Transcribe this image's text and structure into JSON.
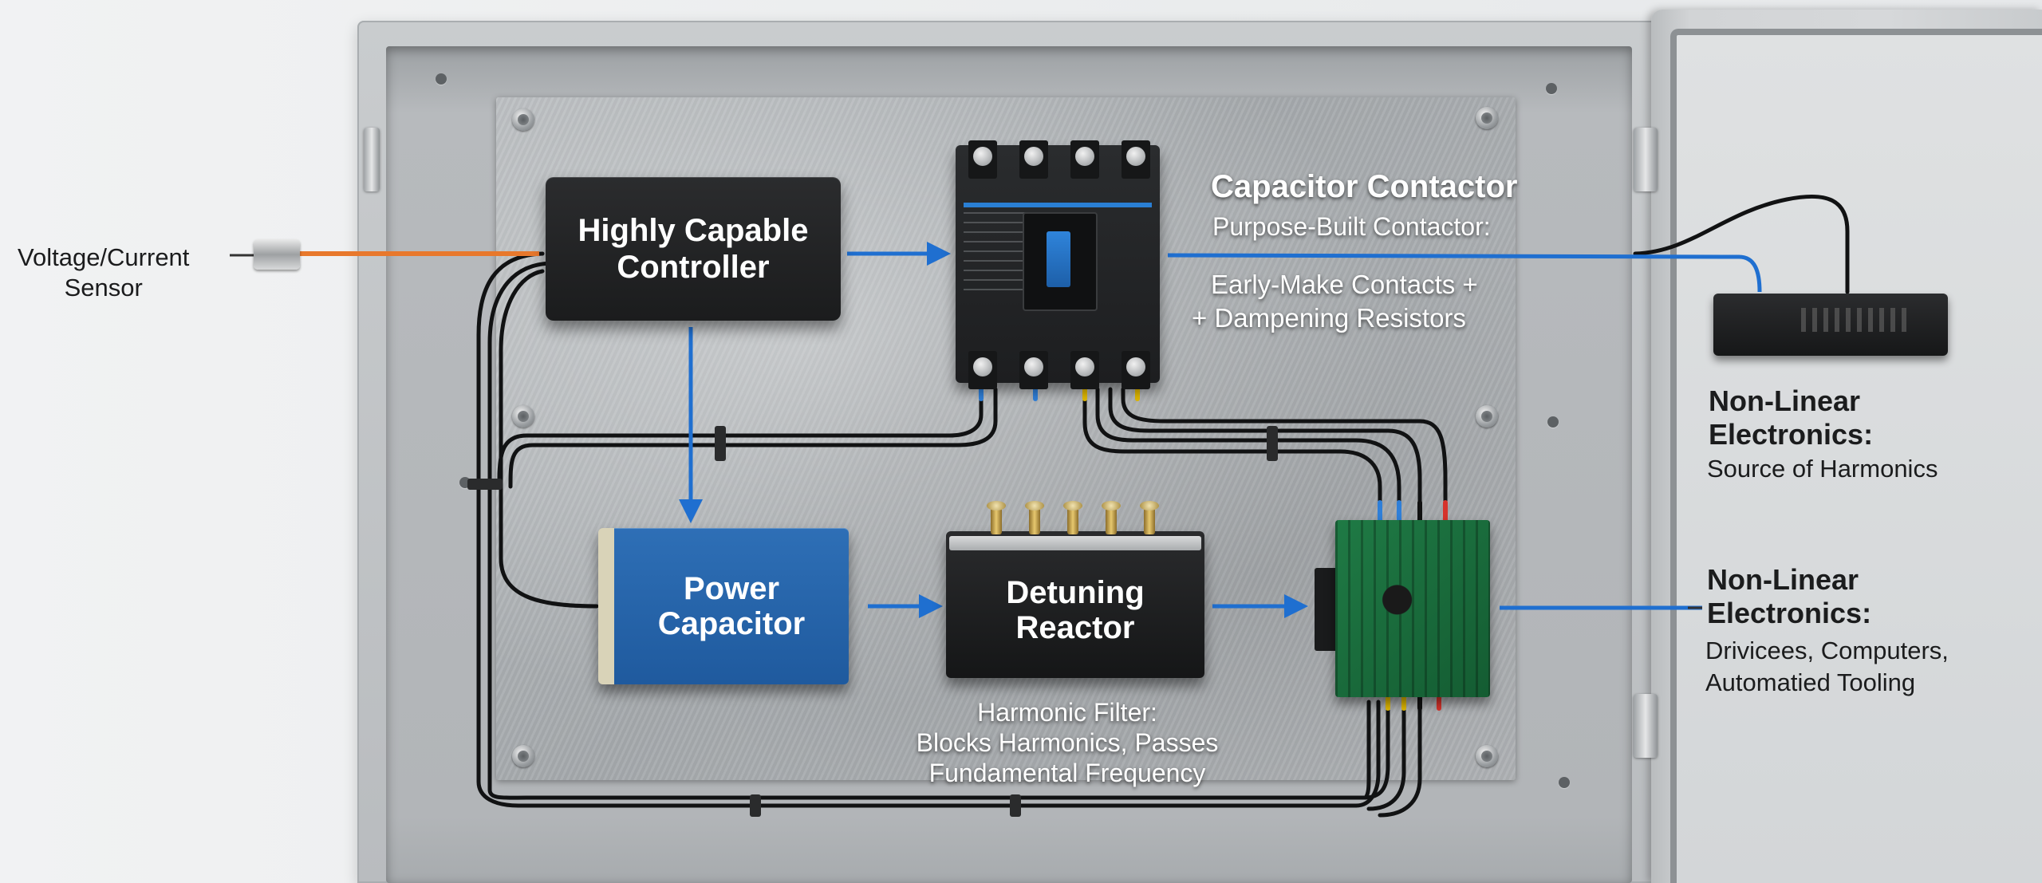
{
  "labels": {
    "sensor": [
      "Voltage/Current",
      "Sensor"
    ],
    "controller": [
      "Highly Capable",
      "Controller"
    ],
    "contactor_title": "Capacitor Contactor",
    "contactor_sub": "Purpose-Built Contactor:",
    "contactor_line1": "Early-Make Contacts +",
    "contactor_line2": "+ Dampening Resistors",
    "capacitor": [
      "Power",
      "Capacitor"
    ],
    "reactor": [
      "Detuning",
      "Reactor"
    ],
    "filter": [
      "Harmonic Filter:",
      "Blocks Harmonics, Passes",
      "Fundamental Frequency"
    ],
    "nonlinear_a_title": [
      "Non-Linear",
      "Electronics:"
    ],
    "nonlinear_a_desc": "Source of Harmonics",
    "nonlinear_b_title": [
      "Non-Linear",
      "Electronics:"
    ],
    "nonlinear_b_desc": [
      "Drivicees, Computers,",
      "Automatied Tooling"
    ]
  },
  "colors": {
    "signal_arrow": "#1f6fd0",
    "sensor_wire": "#e8782c",
    "capacitor_body": "#2666ad",
    "panel_text": "#1b1c1d"
  },
  "icons": {
    "probe": "sensor-probe-icon",
    "screw": "mounting-screw-icon",
    "hinge": "door-hinge-icon"
  }
}
